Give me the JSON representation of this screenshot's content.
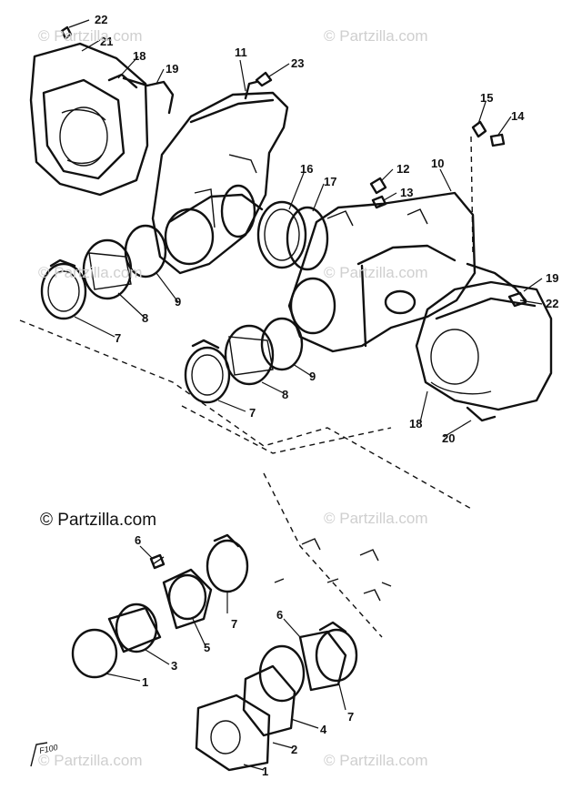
{
  "watermark": "© Partzilla.com",
  "credit": "© Partzilla.com",
  "callouts": [
    "22",
    "21",
    "18",
    "19",
    "11",
    "23",
    "15",
    "14",
    "16",
    "17",
    "12",
    "10",
    "13",
    "19",
    "22",
    "9",
    "8",
    "7",
    "7",
    "8",
    "9",
    "18",
    "20",
    "6",
    "7",
    "5",
    "3",
    "1",
    "6",
    "7",
    "4",
    "2",
    "1"
  ],
  "figure_tag": "F100"
}
